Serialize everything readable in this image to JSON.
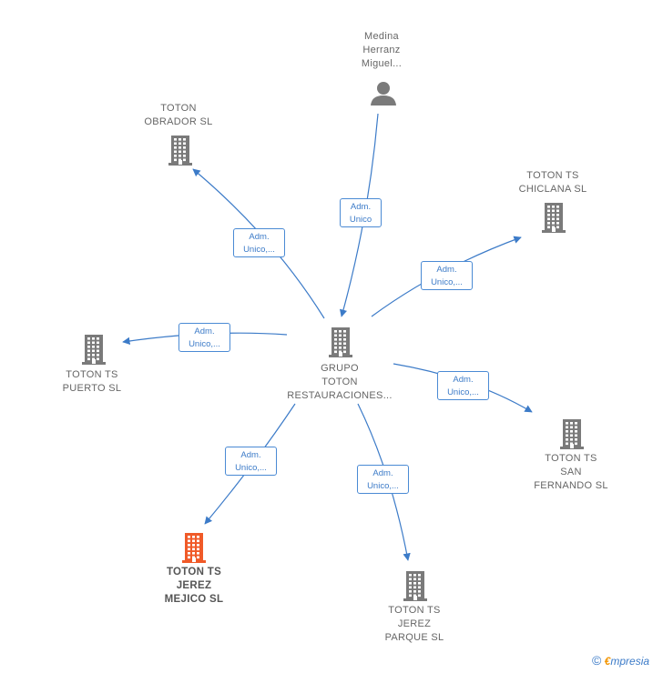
{
  "colors": {
    "edge": "#3c7bc8",
    "node": "#7a7a7a",
    "highlight": "#f05a28"
  },
  "nodes": {
    "center": "GRUPO\nTOTON\nRESTAURACIONES...",
    "person": "Medina\nHerranz\nMiguel...",
    "obrador": "TOTON\nOBRADOR  SL",
    "chiclana": "TOTON TS\nCHICLANA  SL",
    "puerto": "TOTON TS\nPUERTO  SL",
    "san_fernando": "TOTON TS\nSAN\nFERNANDO  SL",
    "mejico": "TOTON TS\nJEREZ\nMEJICO  SL",
    "parque": "TOTON TS\nJEREZ\nPARQUE  SL"
  },
  "edges": {
    "person": "Adm.\nUnico",
    "obrador": "Adm.\nUnico,...",
    "chiclana": "Adm.\nUnico,...",
    "puerto": "Adm.\nUnico,...",
    "san_fernando": "Adm.\nUnico,...",
    "mejico": "Adm.\nUnico,...",
    "parque": "Adm.\nUnico,..."
  },
  "footer": {
    "symbol": "©",
    "brand_initial": "€",
    "brand_rest": "mpresia"
  }
}
